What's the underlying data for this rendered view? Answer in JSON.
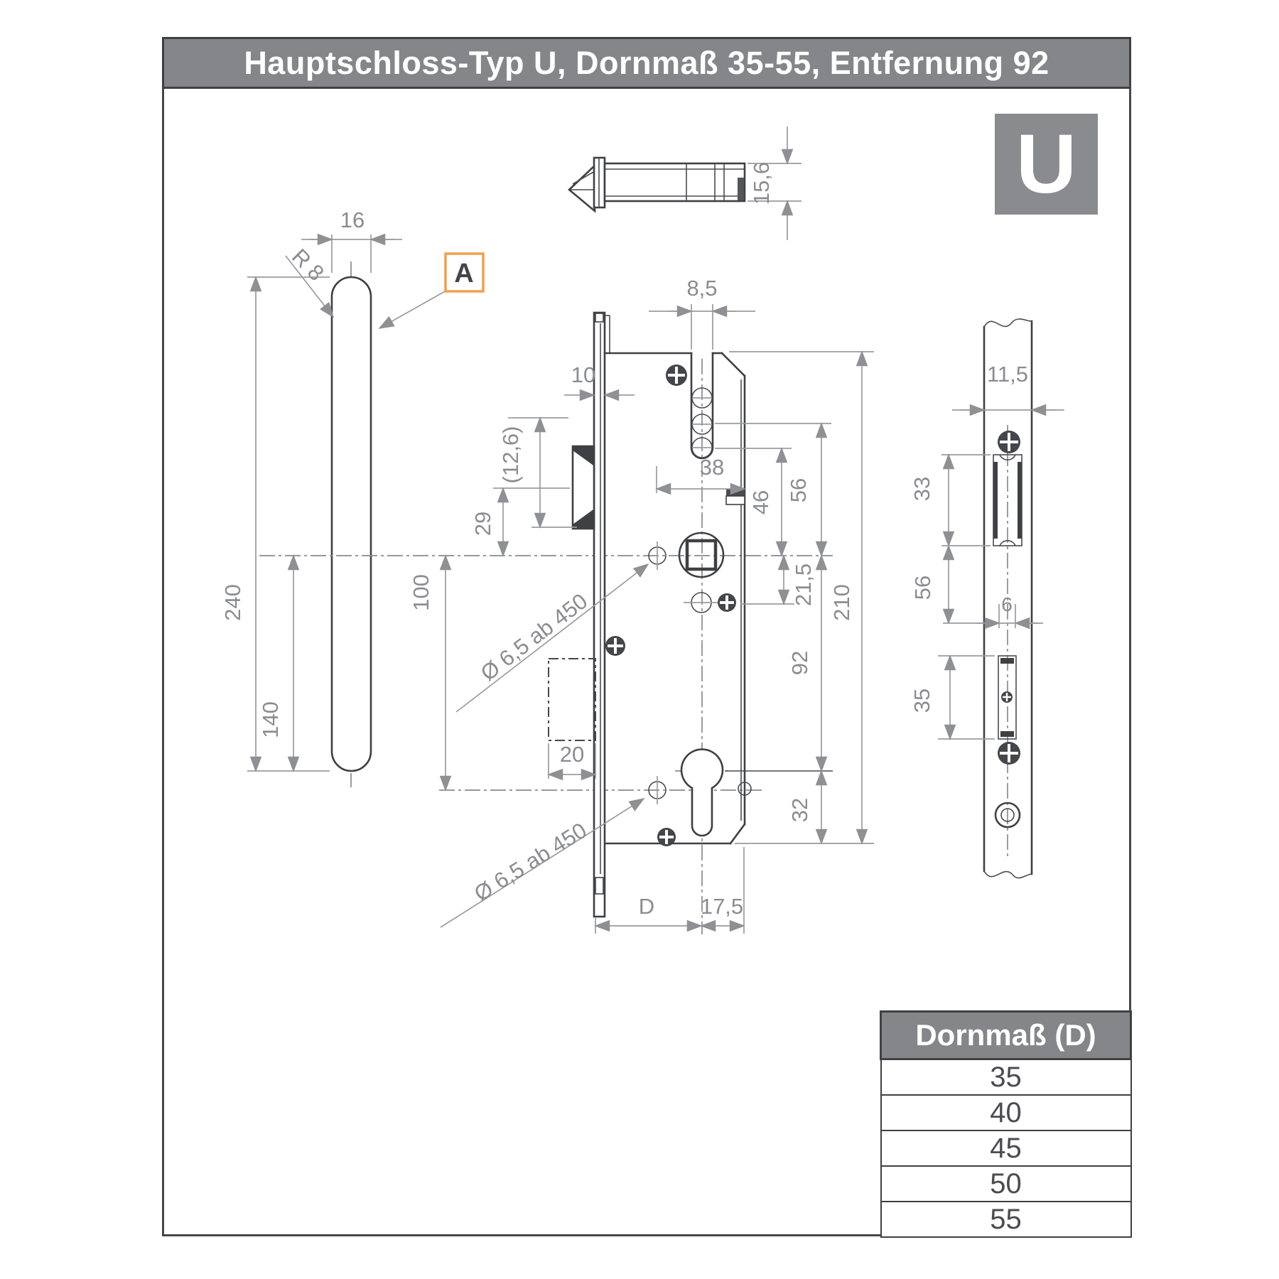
{
  "title": "Hauptschloss-Typ U, Dornmaß 35-55, Entfernung 92",
  "type_badge": "U",
  "detail_marker": "A",
  "colors": {
    "bar_gray": "#85868a",
    "line_dark": "#3f4043",
    "dim_gray": "#8b8c90",
    "accent_orange": "#f0a04c"
  },
  "top_view": {
    "height": "15,6"
  },
  "plate_view": {
    "width": "16",
    "corner_radius": "R 8",
    "length": "240",
    "axis_offset": "140"
  },
  "main_view": {
    "slot_width": "8,5",
    "faceplate_width": "10",
    "latch_ref": "(12,6)",
    "latch_to_axis": "29",
    "width_38": "38",
    "axis_to_slot_46": "46",
    "axis_to_slot_56": "56",
    "axis_to_hole_21_5": "21,5",
    "hole_spacing_100": "100",
    "axis_to_cylinder_92": "92",
    "case_height_210": "210",
    "bolt_width_20": "20",
    "cylinder_to_bottom_32": "32",
    "hole_note_upper": "Ø 6,5 ab 450",
    "hole_note_lower": "Ø 6,5 ab 450",
    "backset_label": "D",
    "rear_depth_17_5": "17,5"
  },
  "strike_view": {
    "width_11_5": "11,5",
    "latch_opening_33": "33",
    "spacing_56": "56",
    "bolt_slot_width_6": "6",
    "bolt_opening_35": "35"
  },
  "dornmass_table": {
    "header": "Dornmaß (D)",
    "rows": [
      "35",
      "40",
      "45",
      "50",
      "55"
    ]
  }
}
